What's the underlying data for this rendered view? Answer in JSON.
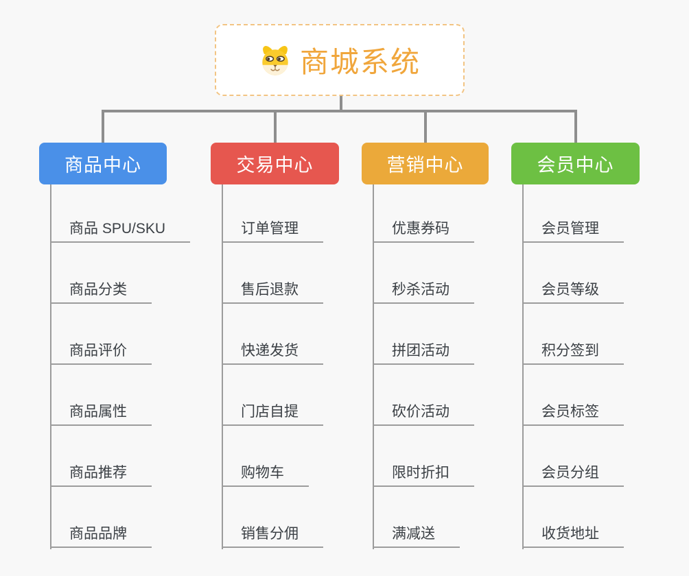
{
  "root": {
    "title": "商城系统",
    "icon": "dog-face-icon",
    "accent_color": "#F0A63C",
    "border_color": "#F2C483"
  },
  "connector_color": "#8E8E8E",
  "sub_line_color": "#9C9C9C",
  "sub_text_color": "#3B4045",
  "branches": [
    {
      "label": "商品中心",
      "color": "#4A90E8",
      "items": [
        "商品 SPU/SKU",
        "商品分类",
        "商品评价",
        "商品属性",
        "商品推荐",
        "商品品牌"
      ]
    },
    {
      "label": "交易中心",
      "color": "#E6574F",
      "items": [
        "订单管理",
        "售后退款",
        "快递发货",
        "门店自提",
        "购物车",
        "销售分佣"
      ]
    },
    {
      "label": "营销中心",
      "color": "#EBA93A",
      "items": [
        "优惠券码",
        "秒杀活动",
        "拼团活动",
        "砍价活动",
        "限时折扣",
        "满减送"
      ]
    },
    {
      "label": "会员中心",
      "color": "#6DC043",
      "items": [
        "会员管理",
        "会员等级",
        "积分签到",
        "会员标签",
        "会员分组",
        "收货地址"
      ]
    }
  ]
}
